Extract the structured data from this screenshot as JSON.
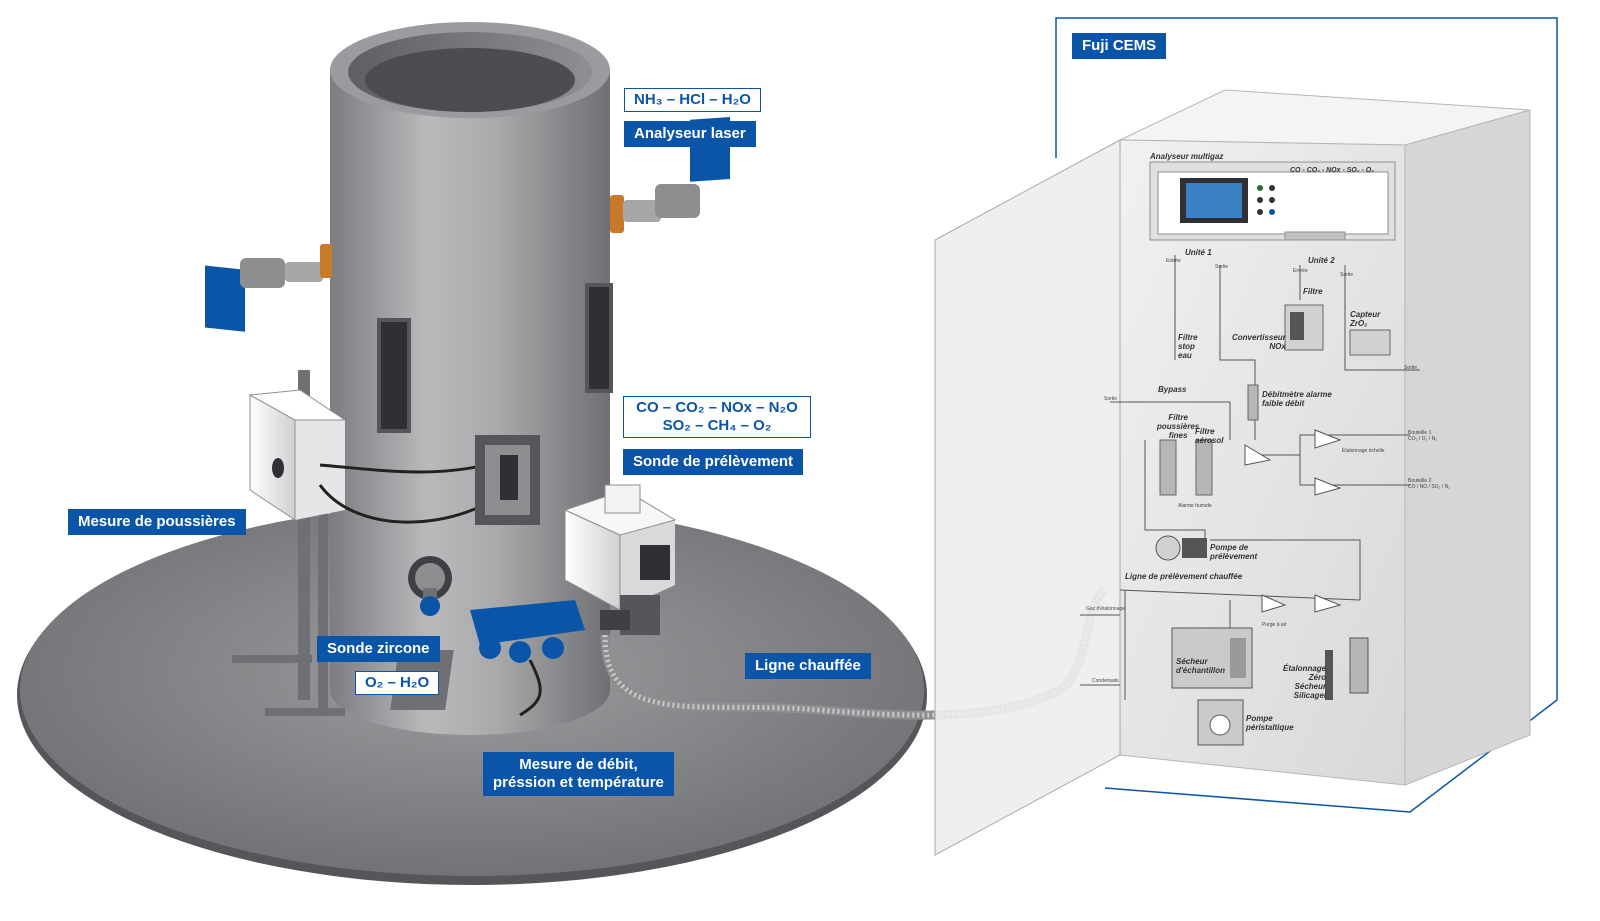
{
  "colors": {
    "accent": "#0a55a8",
    "stack_metal": "#a7a8aa",
    "platform": "#8a8b8d",
    "cabinet": "#e4e4e4",
    "copper_flange": "#c87a2a"
  },
  "labels": {
    "fuji_cems": "Fuji CEMS",
    "laser_species": "NH₃ – HCl – H₂O",
    "laser_analyzer": "Analyseur laser",
    "sample_species_1": "CO – CO₂ – NOx – N₂O",
    "sample_species_2": "SO₂ – CH₄ – O₂",
    "sampling_probe": "Sonde de prélèvement",
    "dust_measure": "Mesure de poussières",
    "zirconia_probe": "Sonde zircone",
    "zirconia_species": "O₂ – H₂O",
    "heated_line": "Ligne chauffée",
    "flow_measure": "Mesure de débit,\npréssion et température"
  },
  "cabinet": {
    "analyzer_title": "Analyseur multigaz",
    "analyzer_species": "CO - CO₂ - NOx - SO₂ - O₂",
    "unit_1": "Unité 1",
    "unit_2": "Unité 2",
    "port_in_1": "Entrée",
    "port_out_1": "Sortie",
    "port_in_2": "Entrée",
    "port_out_2": "Sortie",
    "filter": "Filtre",
    "nox_converter": "Convertisseur\nNOx",
    "zro2_sensor": "Capteur\nZrO₂",
    "water_stop_filter": "Filtre\nstop\neau",
    "bypass": "Bypass",
    "flowmeter_alarm": "Débitmètre alarme\nfaible débit",
    "fine_dust_filter": "Filtre\npoussières\nfines",
    "aerosol_filter": "Filtre\naérosol",
    "humidity_alarm": "Alarme humide",
    "sampling_pump": "Pompe de\nprélèvement",
    "heated_sampling_line": "Ligne de prélèvement chauffée",
    "calibration_gas": "Gaz d'étalonnage",
    "air_purge": "Purge à air",
    "sample_dryer": "Sécheur\nd'échantillon",
    "zero_calibration": "Étalonnage\nZéro\nSécheur\nSilicagel",
    "condensate": "Condensats",
    "peristaltic_pump": "Pompe\npéristaltique",
    "outlet_left": "Sortie",
    "outlet_right": "Sortie",
    "cylinder_1": "Bouteille 1\nCO₂ / O₂ / N₂",
    "cylinder_2": "Bouteille 2\nCO / NO / SO₂ / N₂",
    "calibration_outside": "Étalonnage échelle"
  }
}
